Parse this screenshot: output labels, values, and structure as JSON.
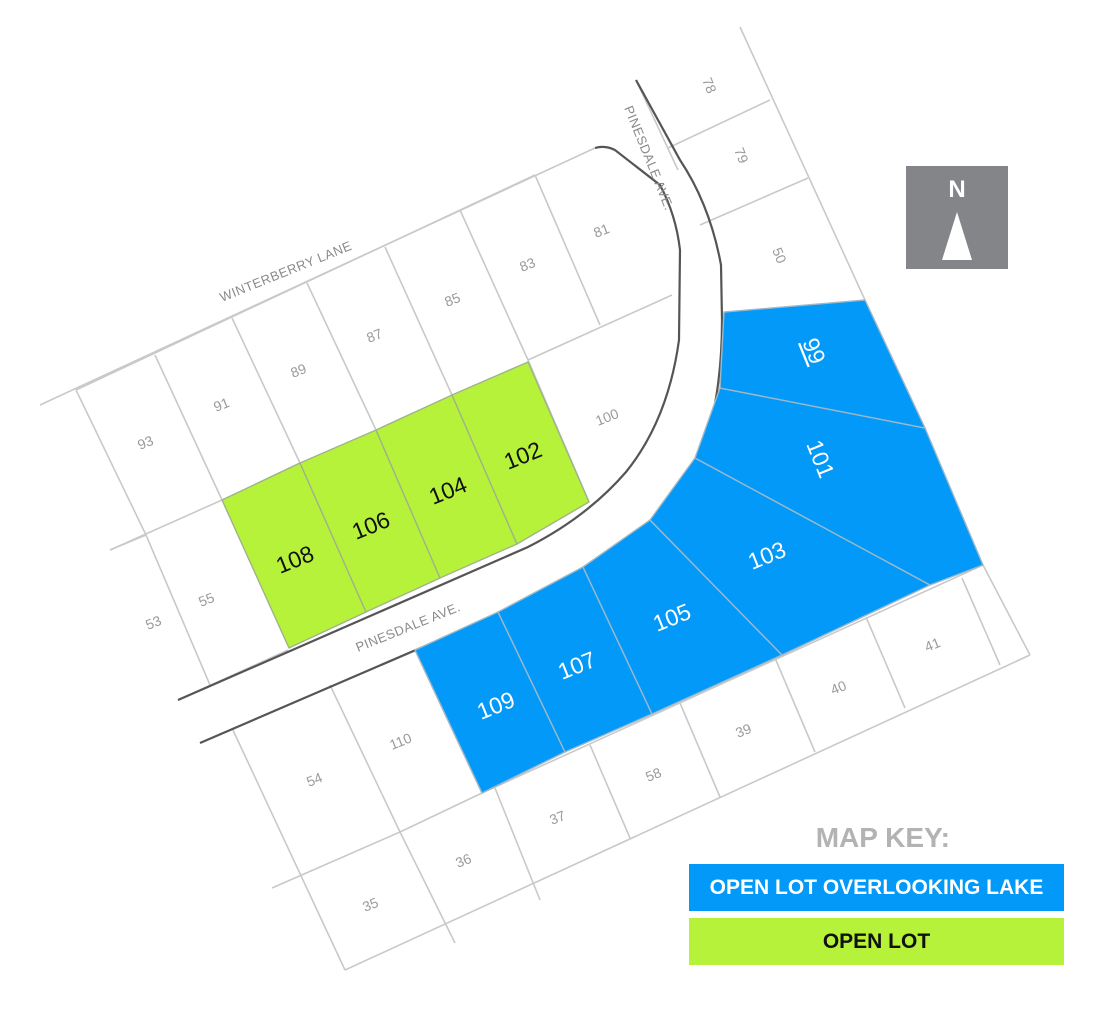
{
  "map": {
    "streets": {
      "winterberry": "WINTERBERRY LANE",
      "pinesdale_north": "PINESDALE AVE.",
      "pinesdale_south": "PINESDALE AVE."
    },
    "lots_gray": [
      "93",
      "91",
      "89",
      "87",
      "85",
      "83",
      "81",
      "100",
      "53",
      "55",
      "54",
      "110",
      "35",
      "36",
      "37",
      "58",
      "39",
      "40",
      "41",
      "50",
      "79",
      "78"
    ],
    "lots_green": [
      "108",
      "106",
      "104",
      "102"
    ],
    "lots_blue": [
      "99",
      "101",
      "103",
      "105",
      "107",
      "109"
    ]
  },
  "compass": {
    "letter": "N"
  },
  "map_key": {
    "title": "MAP KEY:",
    "items": [
      {
        "label": "OPEN LOT OVERLOOKING LAKE",
        "color": "#0399f9"
      },
      {
        "label": "OPEN LOT",
        "color": "#b7f23a"
      }
    ]
  },
  "colors": {
    "lake_lot": "#0399f9",
    "open_lot": "#b7f23a",
    "compass_bg": "#838588"
  }
}
